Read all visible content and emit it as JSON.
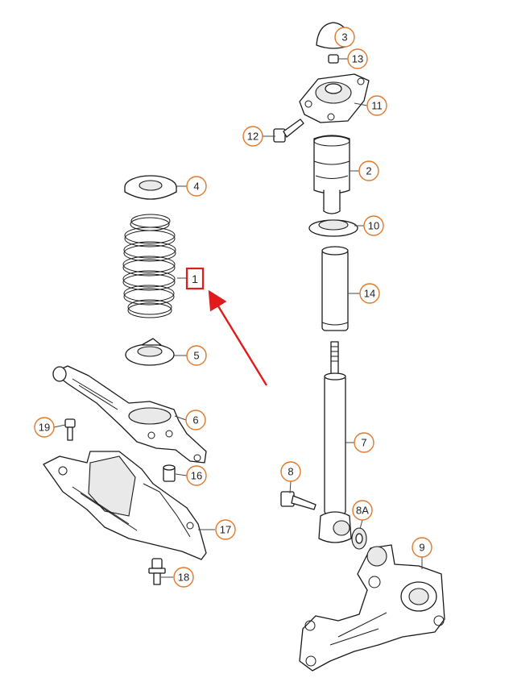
{
  "callouts": {
    "c1": "1",
    "c2": "2",
    "c3": "3",
    "c4": "4",
    "c5": "5",
    "c6": "6",
    "c7": "7",
    "c8": "8",
    "c8a": "8A",
    "c9": "9",
    "c10": "10",
    "c11": "11",
    "c12": "12",
    "c13": "13",
    "c14": "14",
    "c16": "16",
    "c17": "17",
    "c18": "18",
    "c19": "19"
  },
  "highlight": {
    "part": "1",
    "color": "#e11b1b"
  },
  "colors": {
    "callout_ring": "#e07a2e",
    "line": "#1a1a1a",
    "arrow": "#e11b1b"
  }
}
